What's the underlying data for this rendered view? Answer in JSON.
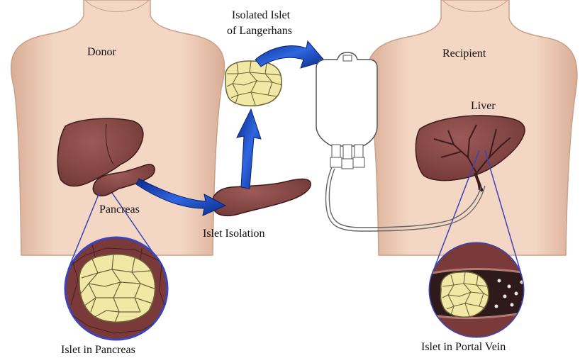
{
  "labels": {
    "donor": "Donor",
    "recipient": "Recipient",
    "isolated_islet_line1": "Isolated Islet",
    "isolated_islet_line2": "of Langerhans",
    "liver": "Liver",
    "pancreas": "Pancreas",
    "islet_isolation": "Islet Isolation",
    "islet_in_pancreas": "Islet in Pancreas",
    "islet_in_portal_vein": "Islet in Portal Vein"
  },
  "colors": {
    "skin": "#f3d6c3",
    "skin_shadow": "#d9ad95",
    "organ": "#8a4a48",
    "organ_dark": "#5e2d2c",
    "islet": "#f2e8a6",
    "islet_line": "#6b6436",
    "arrow": "#1f4fc8",
    "zoom_line": "#3b44b8",
    "vein": "#3a2020",
    "tube": "#666666"
  }
}
